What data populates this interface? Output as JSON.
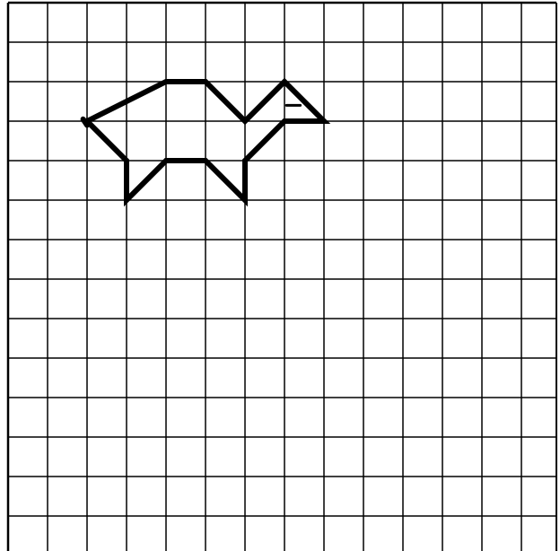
{
  "grid": {
    "columns": 14,
    "rows": 14,
    "line_color": "#000000",
    "background": "#ffffff"
  },
  "figure": {
    "name": "turtle",
    "stroke_color": "#000000",
    "outline_grid": [
      [
        2,
        3
      ],
      [
        4,
        2
      ],
      [
        5,
        2
      ],
      [
        6,
        3
      ],
      [
        7,
        2
      ],
      [
        8,
        3
      ],
      [
        7,
        3
      ],
      [
        6,
        4
      ],
      [
        6,
        5
      ],
      [
        5,
        4
      ],
      [
        4,
        4
      ],
      [
        3,
        5
      ],
      [
        3,
        4
      ],
      [
        2,
        3
      ]
    ],
    "tail_grid": [
      [
        1.9,
        2.95
      ],
      [
        2.0,
        3.1
      ]
    ],
    "eye_grid": [
      [
        7.05,
        2.6
      ],
      [
        7.4,
        2.6
      ]
    ]
  }
}
